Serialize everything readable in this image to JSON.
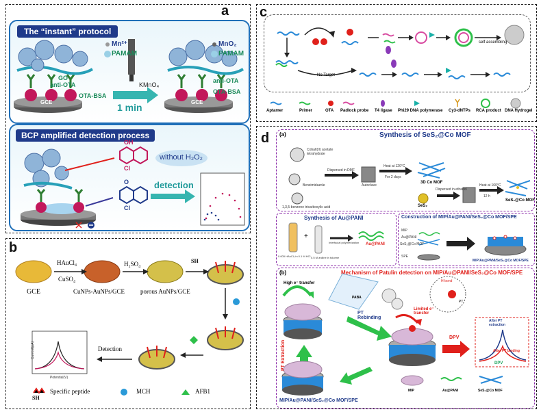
{
  "panel_a": {
    "label": "a",
    "instant_title": "The “instant” protocol",
    "mn2": "Mn²⁺",
    "pamam": "PAMAM",
    "mno2": "MnO₂",
    "go": "GO",
    "anti_ota": "anti-OTA",
    "ota_bsa": "OTA-BSA",
    "kmno4": "KMnO₄",
    "one_min": "1 min",
    "gce": "GCE",
    "bcp_title": "BCP amplified detection process",
    "oh": "OH",
    "cl": "Cl",
    "o": "O",
    "without_h2o2": "without H₂O₂",
    "detection": "detection"
  },
  "panel_b": {
    "label": "b",
    "gce": "GCE",
    "haucl4": "HAuCl₄",
    "cuso4": "CuSO₄",
    "cunps": "CuNPs-AuNPs/GCE",
    "h2so4": "H₂SO₄",
    "porous": "porous AuNPs/GCE",
    "sh": "SH",
    "detection": "Detection",
    "legend_peptide": "Specific peptide",
    "legend_mch": "MCH",
    "legend_afb1": "AFB1",
    "ylabel": "Current(μA)",
    "xlabel": "Potential(V)"
  },
  "panel_c": {
    "label": "c",
    "self_assembling": "self assembling",
    "no_target": "No Target",
    "legend": [
      "Aptamer",
      "Primer",
      "OTA",
      "Padlock probe",
      "T4 ligase",
      "Phi29 DNA polymerase",
      "Cy3-dNTPs",
      "RCA product",
      "DNA Hydrogel"
    ]
  },
  "panel_d": {
    "label": "d",
    "sub_a": "(a)",
    "title_synth": "Synthesis of SeS₂@Co MOF",
    "cobalt": "Cobalt(II) acetate tetrahydrate",
    "benzimidazole": "Benzimidazole",
    "tricarboxylic": "1,3,5-benzene tricarboxylic acid",
    "dispersed_dmf": "Dispersed in DMF",
    "autoclave": "Autoclave",
    "heat120": "Heat at 120°C",
    "for2days": "For 2 days",
    "mof3d": "3D Co MOF",
    "ses2": "SeS₂",
    "dispersed_ethanol": "Dispersed in ethanol",
    "heat160": "Heat at 160°C",
    "h12": "12 h",
    "ses2_mof": "SeS₂@Co MOF",
    "title_aupani": "Synthesis of Au@PANI",
    "haucl4_note": "0.005 HAuCl₄ in 0.1 M HCl",
    "aniline_note": "0.5 M aniline in toluene",
    "interfacial": "Interfacial polymerization",
    "au_pani": "Au@PANI",
    "title_construct": "Construction of MIP/Au@PANI/SeS₂@Co MOF/SPE",
    "mip": "MIP",
    "ses2co": "SeS₂@Co MOF",
    "spe": "SPE",
    "construct_result": "MIP/Au@PANI/SeS₂@Co MOF/SPE",
    "sub_b": "(b)",
    "title_mech": "Mechanism of Patulin detection on MIP/Au@PANI/SeS₂@Co MOF/SPE",
    "high_e": "High e⁻ transfer",
    "paba": "PABA",
    "pt_rebinding": "PT Rebinding",
    "limited_e": "Limited e⁻ transfer",
    "hbond": "H-bond",
    "pt": "PT",
    "dpv_arrow": "DPV",
    "after_extraction": "After PT extraction",
    "after_binding": "After PT binding",
    "dpv_label": "DPV",
    "pt_extraction": "PT Extraction",
    "legend_mip": "MIP",
    "legend_aupani": "Au@PANI",
    "legend_ses2": "SeS₂@Co MOF",
    "bottom_label": "MIP/Au@PANI/SeS₂@Co MOF/SPE"
  },
  "colors": {
    "dark_blue": "#1f3a8a",
    "green": "#1aa35a",
    "red": "#e0201b",
    "teal": "#1ab0a8"
  }
}
